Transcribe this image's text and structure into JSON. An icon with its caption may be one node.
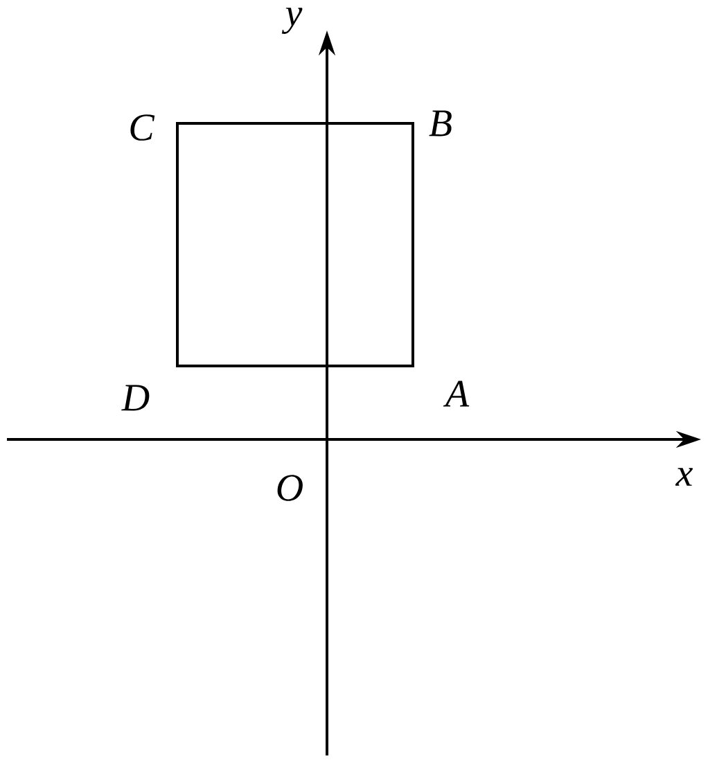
{
  "diagram": {
    "nodes": [
      {
        "text": [],
        "shape": "box"
      }
    ],
    "labels": [
      "y",
      "C",
      "B",
      "D",
      "A",
      "x",
      "O"
    ]
  }
}
